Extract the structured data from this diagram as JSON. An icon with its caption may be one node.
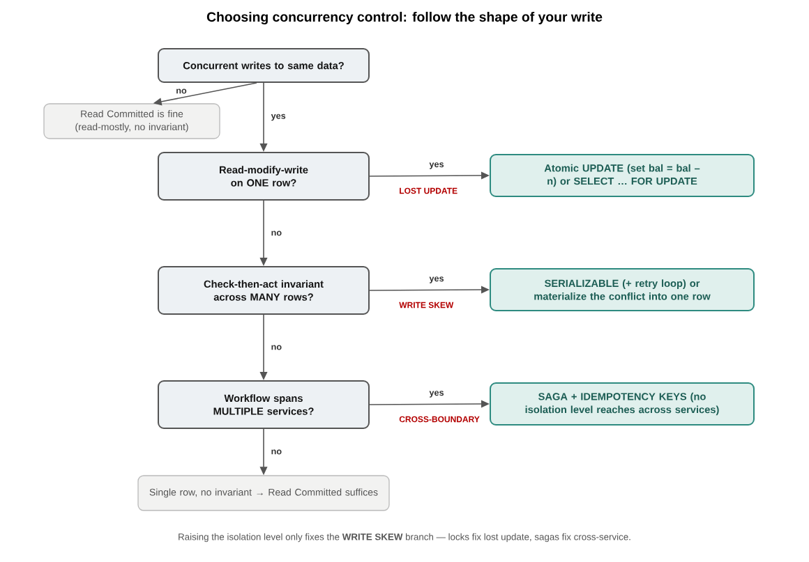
{
  "diagram": {
    "title": "Choosing concurrency control: follow the shape of your write",
    "nodes": [
      {
        "text": [
          "Concurrent writes to same data?"
        ]
      },
      {
        "text": [
          "Read Committed is fine (read-mostly, no invariant)"
        ]
      },
      {
        "text": [
          "Read-modify-write on ONE row?"
        ]
      },
      {
        "text": [
          "Atomic UPDATE (set bal = bal – n) or SELECT … FOR UPDATE"
        ]
      },
      {
        "text": [
          "Check-then-act invariant across MANY rows?"
        ]
      },
      {
        "text": [
          "SERIALIZABLE (+ retry loop) or materialize the conflict into one row"
        ]
      },
      {
        "text": [
          "Workflow spans MULTIPLE services?"
        ]
      },
      {
        "text": [
          "SAGA + IDEMPOTENCY KEYS (no isolation level reaches across services)"
        ]
      },
      {
        "text": [
          "Single row, no invariant → Read Committed suffices"
        ]
      }
    ],
    "edges": [
      {
        "from": 0,
        "to": 1,
        "arrow": "to",
        "label": "no"
      },
      {
        "from": 0,
        "to": 2,
        "arrow": "to",
        "label": "yes"
      },
      {
        "from": 2,
        "to": 3,
        "arrow": "to",
        "label": "yes"
      },
      {
        "from": 2,
        "to": 4,
        "arrow": "to",
        "label": "no"
      },
      {
        "from": 4,
        "to": 5,
        "arrow": "to",
        "label": "yes"
      },
      {
        "from": 4,
        "to": 6,
        "arrow": "to",
        "label": "no"
      },
      {
        "from": 6,
        "to": 7,
        "arrow": "to",
        "label": "yes"
      },
      {
        "from": 6,
        "to": 8,
        "arrow": "to",
        "label": "no"
      }
    ],
    "labels": [
      "LOST UPDATE",
      "WRITE SKEW",
      "CROSS-BOUNDARY"
    ],
    "caption": "Raising the isolation level only fixes the **WRITE SKEW** branch — locks fix lost update, sagas fix cross-service."
  }
}
